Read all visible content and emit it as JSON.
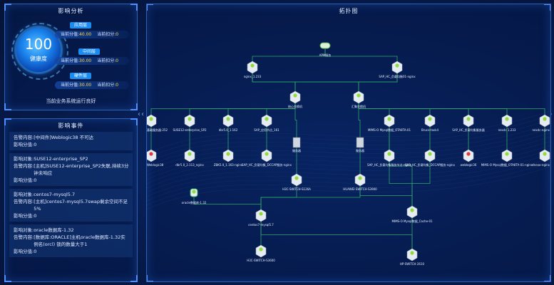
{
  "analysis": {
    "title": "影响分析",
    "score": "100",
    "score_label": "健康度",
    "layers": [
      {
        "name": "应用层",
        "score_label": "当前分值:",
        "score": "40.00",
        "deduct_label": "当前扣分:",
        "deduct": "0"
      },
      {
        "name": "中间层",
        "score_label": "当前分值:",
        "score": "30.00",
        "deduct_label": "当前扣分:",
        "deduct": "0"
      },
      {
        "name": "硬件层",
        "score_label": "当前分值:",
        "score": "30.00",
        "deduct_label": "当前扣分:",
        "deduct": "0"
      }
    ],
    "status": "当前业务系统运行良好"
  },
  "events": {
    "title": "影响事件",
    "items": [
      {
        "rows": [
          {
            "k": "告警内容:",
            "v": "[中间件]Weblogic38 不可达"
          },
          {
            "k": "影响分值:",
            "v": "0"
          }
        ]
      },
      {
        "rows": [
          {
            "k": "影响对象:",
            "v": "SUSE12-enterprise_SP2"
          },
          {
            "k": "告警内容:",
            "v": "[主机]SUSE12-enterprise_SP2失联,持续3分钟未响应"
          },
          {
            "k": "影响分值:",
            "v": "0"
          }
        ]
      },
      {
        "rows": [
          {
            "k": "影响对象:",
            "v": "centos7-mysql5.7"
          },
          {
            "k": "告警内容:",
            "v": "[主机]centos7-mysql5.7swap剩余空间不足5%"
          },
          {
            "k": "影响分值:",
            "v": "0"
          }
        ]
      },
      {
        "rows": [
          {
            "k": "影响对象:",
            "v": "oracle数据库-1.32"
          },
          {
            "k": "告警内容:",
            "v": "[数据库:ORACLE]主机oracle数据库-1.32实例名(orcl) 锁的数量大于1"
          },
          {
            "k": "影响分值:",
            "v": "0"
          }
        ]
      }
    ]
  },
  "topology": {
    "title": "拓扑图",
    "nodes": [
      {
        "id": "apm",
        "label": "APM服务",
        "type": "apm"
      },
      {
        "id": "nginx",
        "label": "nginx_1.233",
        "type": "server"
      },
      {
        "id": "sapnginx",
        "label": "SAP_HC_负载均衡01-nginx",
        "type": "server"
      },
      {
        "id": "sw1",
        "label": "核心交换机",
        "type": "switch"
      },
      {
        "id": "sw2",
        "label": "汇聚交换机",
        "type": "switch"
      },
      {
        "id": "r1",
        "label": "基础服务器-252",
        "type": "server"
      },
      {
        "id": "r2",
        "label": "SUSE12-enterprise_SP2",
        "type": "server"
      },
      {
        "id": "r3",
        "label": "dbr5.0_1.162",
        "type": "server"
      },
      {
        "id": "r4",
        "label": "SAP_应用节点_161",
        "type": "server"
      },
      {
        "id": "r5",
        "label": "MIMS-O Mysql数据_ОTA8TA-01",
        "type": "server"
      },
      {
        "id": "r6",
        "label": "Bruce-task4",
        "type": "server"
      },
      {
        "id": "r7",
        "label": "SAP_HC_负载均衡服务器",
        "type": "server"
      },
      {
        "id": "r8",
        "label": "nexdc 1.233",
        "type": "server"
      },
      {
        "id": "r9",
        "label": "nexdc-nginx",
        "type": "server"
      },
      {
        "id": "b1",
        "label": "Weblogic38",
        "type": "server-red"
      },
      {
        "id": "b2",
        "label": "dbr5.0_2.113_nginx",
        "type": "server"
      },
      {
        "id": "b3",
        "label": "ZBK5.0_1.163-nginx",
        "type": "server"
      },
      {
        "id": "b4",
        "label": "SAP_HC_负载均衡_DCCAP服务-nginx",
        "type": "server"
      },
      {
        "id": "rack1",
        "label": "服务器",
        "type": "rack"
      },
      {
        "id": "rack2",
        "label": "服务器",
        "type": "rack"
      },
      {
        "id": "b5",
        "label": "SAP_HC_负载均衡服务节点-nginx",
        "type": "server"
      },
      {
        "id": "b6",
        "label": "SAP_HC_负载均衡_DCCAP服务-nginx",
        "type": "server"
      },
      {
        "id": "b7",
        "label": "weblogic36",
        "type": "server-red"
      },
      {
        "id": "b8",
        "label": "MIMS-O Mysql数据_ОTA8TA-01-nginx",
        "type": "server"
      },
      {
        "id": "b9",
        "label": "dnexo-nginx",
        "type": "server"
      },
      {
        "id": "h3c1",
        "label": "H3C-SWITCH-S126A",
        "type": "switch"
      },
      {
        "id": "hua",
        "label": "HUAWEI-SWITCH-S3900",
        "type": "switch"
      },
      {
        "id": "oracle",
        "label": "oracle数据库-1.32",
        "type": "db"
      },
      {
        "id": "centos",
        "label": "centos7-mysql5.7",
        "type": "server"
      },
      {
        "id": "mims",
        "label": "MIMS-O Mysql数据_Cache-01",
        "type": "server"
      },
      {
        "id": "h3c2",
        "label": "H3C-SWITCH-S3600",
        "type": "switch"
      },
      {
        "id": "hp",
        "label": "HP-SWITCH-2610",
        "type": "switch"
      }
    ],
    "links": [
      [
        "apm",
        "nginx"
      ],
      [
        "apm",
        "sapnginx"
      ],
      [
        "nginx",
        "sw1"
      ],
      [
        "sapnginx",
        "sw1"
      ],
      [
        "nginx",
        "sw2"
      ],
      [
        "sapnginx",
        "sw2"
      ],
      [
        "sw1",
        "r1"
      ],
      [
        "sw1",
        "r2"
      ],
      [
        "sw1",
        "r3"
      ],
      [
        "sw1",
        "r4"
      ],
      [
        "sw1",
        "rack1"
      ],
      [
        "sw2",
        "rack2"
      ],
      [
        "sw2",
        "r5"
      ],
      [
        "sw2",
        "r6"
      ],
      [
        "sw2",
        "r7"
      ],
      [
        "sw2",
        "r8"
      ],
      [
        "sw2",
        "r9"
      ],
      [
        "r1",
        "b1"
      ],
      [
        "r2",
        "b2"
      ],
      [
        "r3",
        "b3"
      ],
      [
        "r4",
        "b4"
      ],
      [
        "r5",
        "b5"
      ],
      [
        "r6",
        "b6"
      ],
      [
        "r7",
        "b7"
      ],
      [
        "r8",
        "b8"
      ],
      [
        "r9",
        "b9"
      ],
      [
        "rack1",
        "h3c1"
      ],
      [
        "rack2",
        "hua"
      ],
      [
        "h3c1",
        "centos"
      ],
      [
        "hua",
        "centos"
      ],
      [
        "hua",
        "mims"
      ],
      [
        "oracle",
        "centos"
      ],
      [
        "centos",
        "h3c2"
      ],
      [
        "mims",
        "hp"
      ],
      [
        "centos",
        "hp"
      ],
      [
        "r5",
        "mims"
      ],
      [
        "b5",
        "mims"
      ],
      [
        "b6",
        "mims"
      ]
    ]
  },
  "colors": {
    "accent": "#1b8cf0",
    "link": "#2fa86a",
    "node_ok": "#8fdc3c",
    "node_alert": "#e03a3a",
    "value": "#ffd84a"
  }
}
